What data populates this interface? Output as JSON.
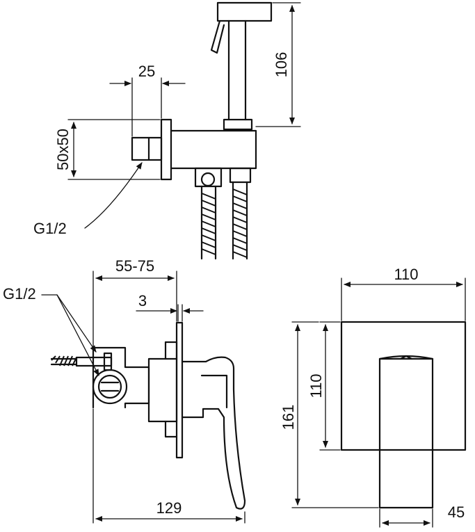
{
  "dimensions": {
    "dim_106": "106",
    "dim_25": "25",
    "dim_50x50": "50x50",
    "thread_top": "G1/2",
    "dim_55_75": "55-75",
    "dim_3": "3",
    "thread_bottom": "G1/2",
    "dim_129": "129",
    "dim_110_width": "110",
    "dim_110_height": "110",
    "dim_161": "161",
    "dim_45": "45"
  }
}
